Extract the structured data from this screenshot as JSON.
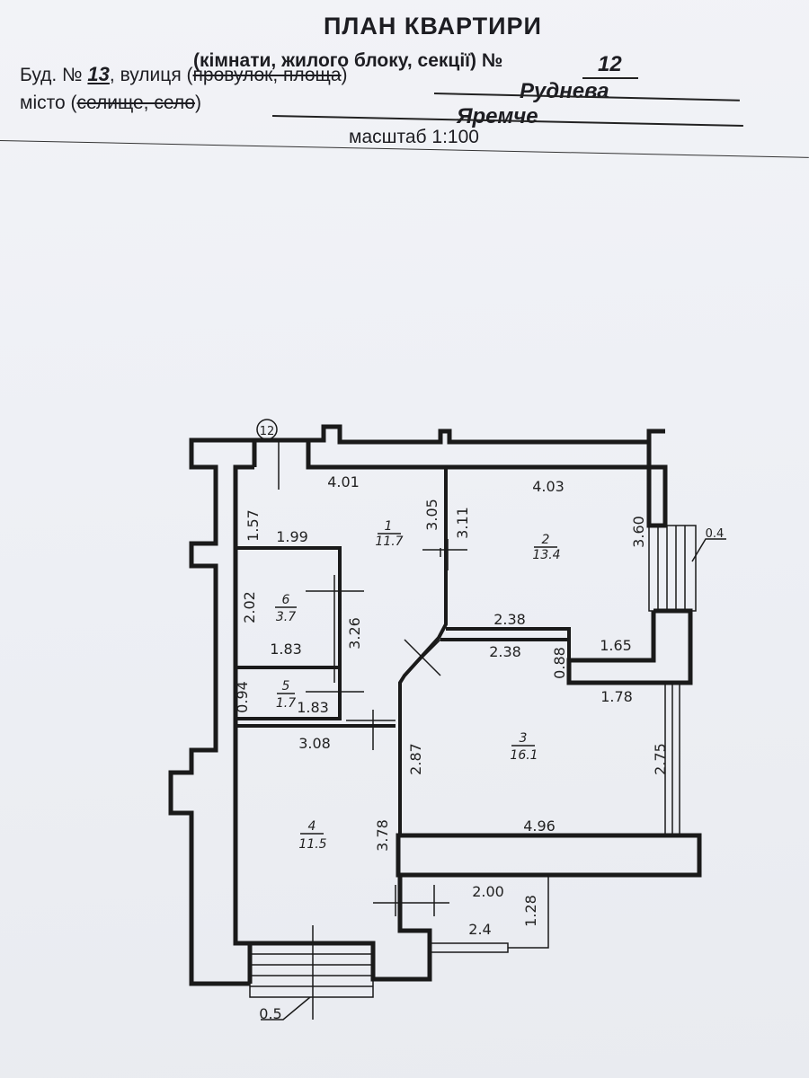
{
  "header": {
    "title": "ПЛАН КВАРТИРИ",
    "subtitle_prefix": "(кімнати, жилого блоку, секції) №",
    "apartment_number": "12",
    "building_label": "Буд. №",
    "building_number": "13",
    "street_label_open": ", вулиця (",
    "street_struck": "провулок, площа",
    "street_label_close": ")",
    "street_value": "Руднева",
    "city_label_open": "місто (",
    "city_struck": "селище, село",
    "city_label_close": ")",
    "city_value": "Яремче",
    "scale": "масштаб 1:100"
  },
  "plan": {
    "axis_marker": "12",
    "rooms": [
      {
        "number": "1",
        "area": "11.7"
      },
      {
        "number": "2",
        "area": "13.4"
      },
      {
        "number": "3",
        "area": "16.1"
      },
      {
        "number": "4",
        "area": "11.5"
      },
      {
        "number": "5",
        "area": "1.7"
      },
      {
        "number": "6",
        "area": "3.7"
      }
    ],
    "dimensions": {
      "d401": "4.01",
      "d403": "4.03",
      "d157": "1.57",
      "d305": "3.05",
      "d311": "3.11",
      "d360": "3.60",
      "d04": "0.4",
      "d199": "1.99",
      "d202": "2.02",
      "d326": "3.26",
      "d183a": "1.83",
      "d238a": "2.38",
      "d238b": "2.38",
      "d088": "0.88",
      "d165": "1.65",
      "d094": "0.94",
      "d183b": "1.83",
      "d178": "1.78",
      "d308": "3.08",
      "d287": "2.87",
      "d275": "2.75",
      "d378": "3.78",
      "d496": "4.96",
      "d200": "2.00",
      "d128": "1.28",
      "d24": "2.4",
      "d05": "0.5"
    }
  }
}
